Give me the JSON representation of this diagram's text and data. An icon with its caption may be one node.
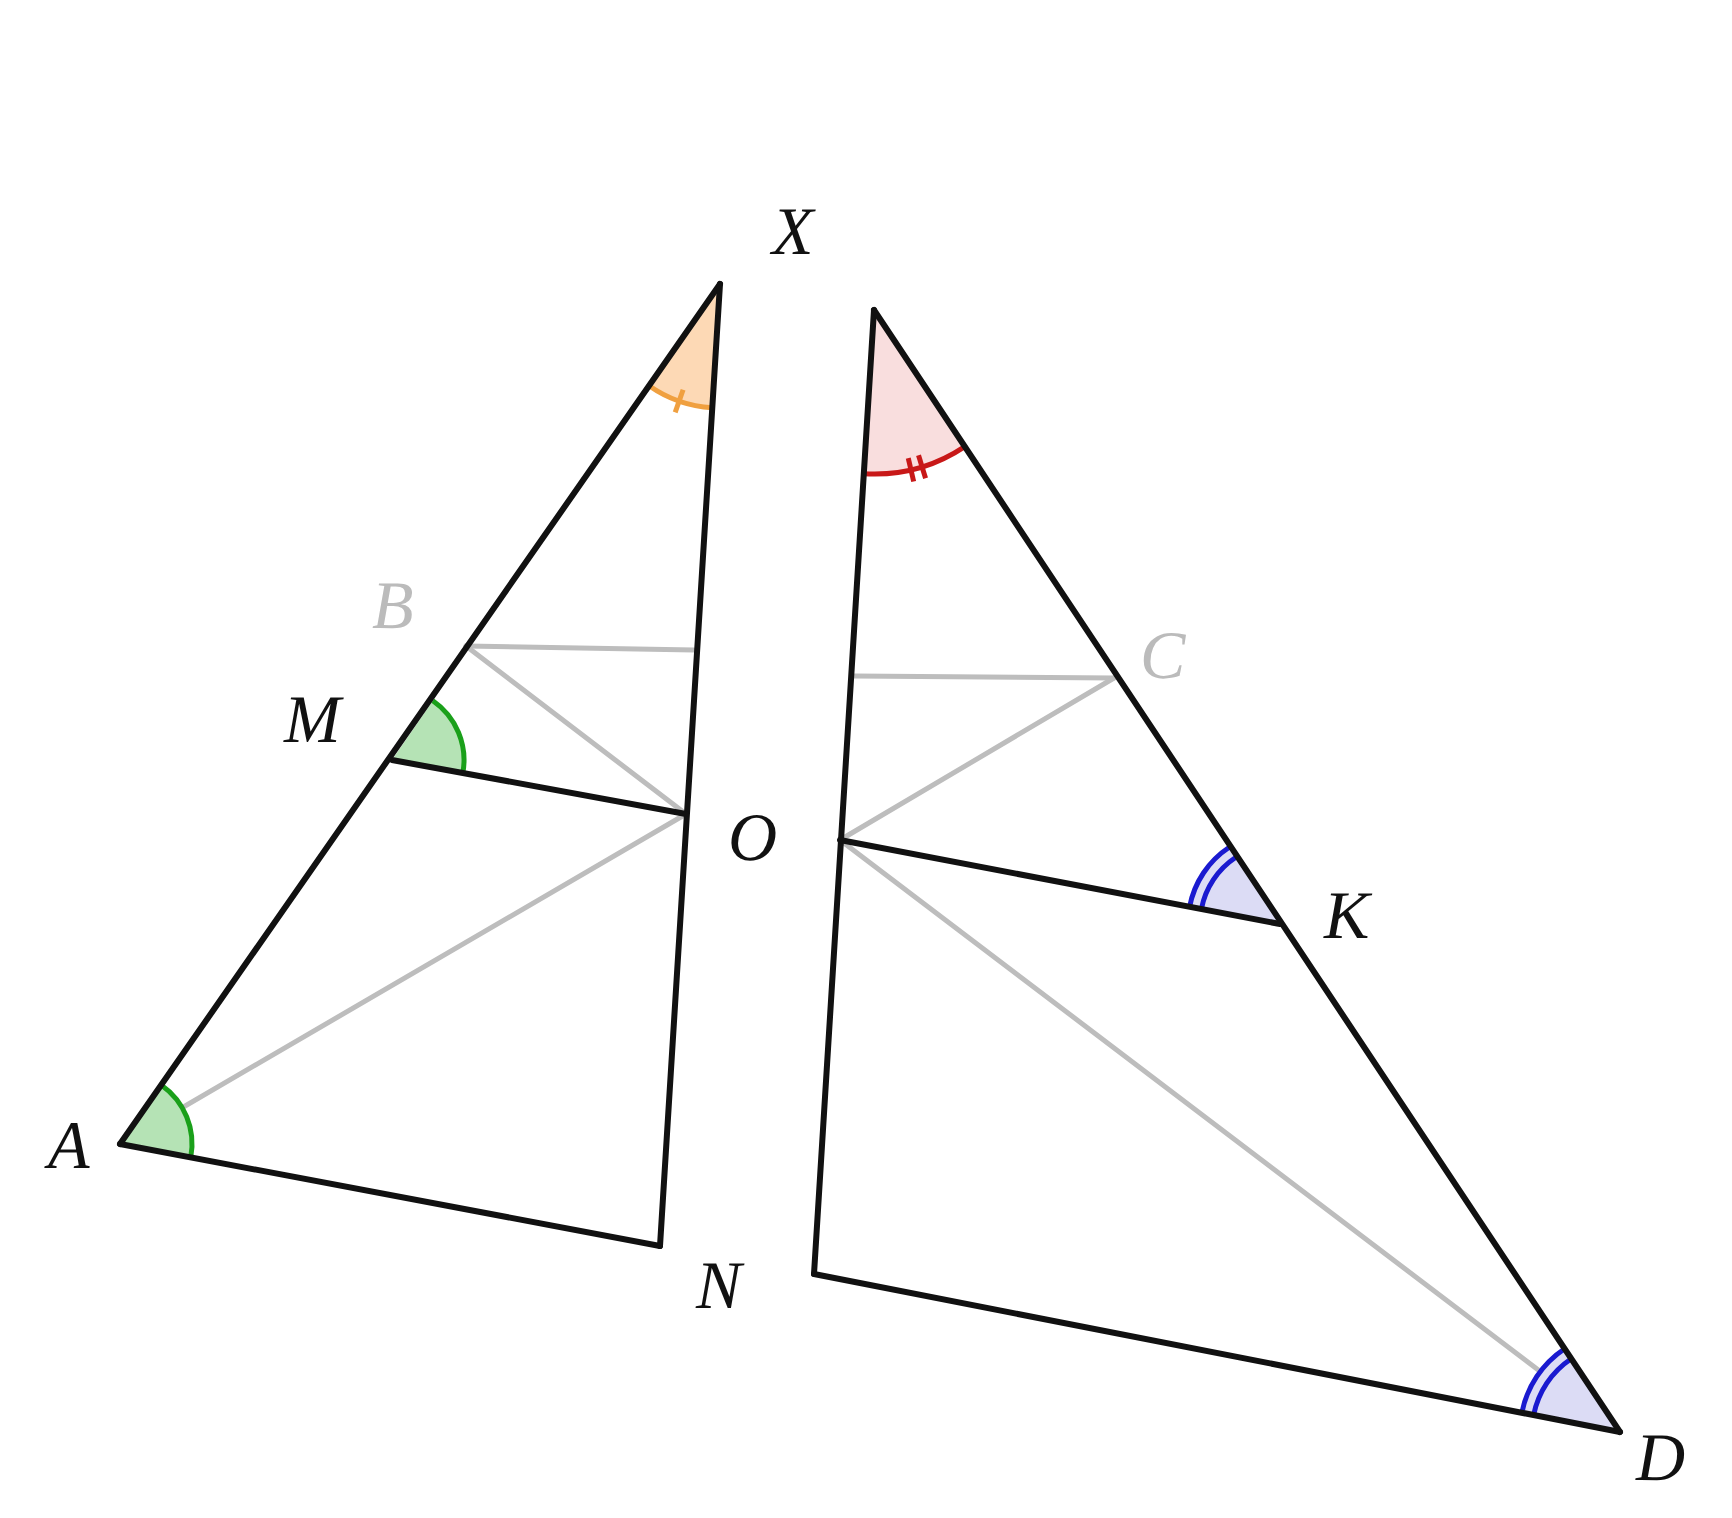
{
  "diagram": {
    "labels": [
      "X",
      "B",
      "M",
      "O",
      "C",
      "K",
      "A",
      "N",
      "D"
    ]
  }
}
